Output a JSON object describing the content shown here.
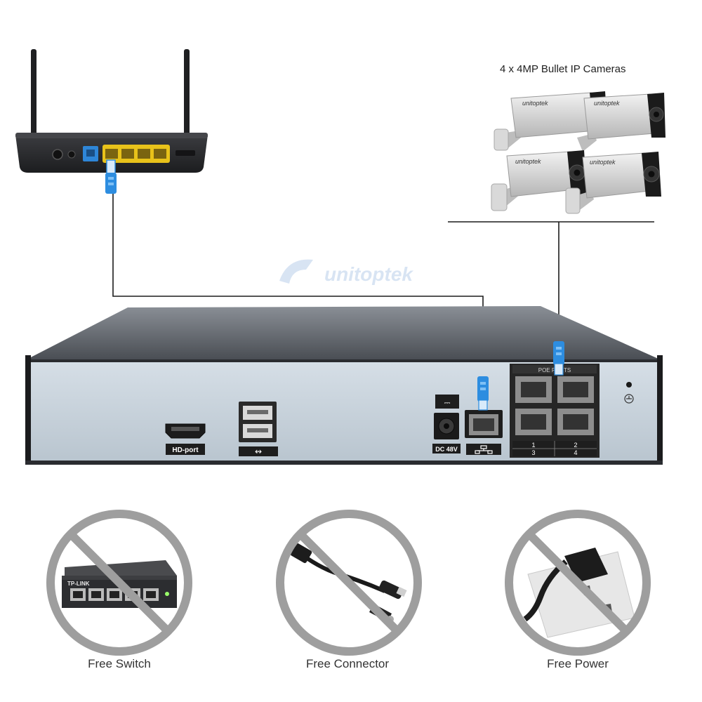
{
  "cameras": {
    "title": "4 x 4MP Bullet IP Cameras",
    "brand": "unitoptek",
    "count": 4
  },
  "watermark": {
    "brand": "unitoptek"
  },
  "nvr": {
    "hd_port_label": "HD-port",
    "dc_label": "DC 48V",
    "poe_label": "POE PORTS",
    "port_numbers": [
      "1",
      "2",
      "3",
      "4"
    ],
    "usb_symbol": "↭"
  },
  "switch_product": {
    "brand": "TP-LINK"
  },
  "captions": {
    "switch": "Free Switch",
    "connector": "Free Connector",
    "power": "Free Power"
  },
  "colors": {
    "panel": "#c9d3dc",
    "router": "#2a2b2e",
    "lan_yellow": "#e8c21a",
    "wan_blue": "#2e86d8",
    "cable_blue": "#2d8de0",
    "prohibit": "#9e9e9e"
  }
}
